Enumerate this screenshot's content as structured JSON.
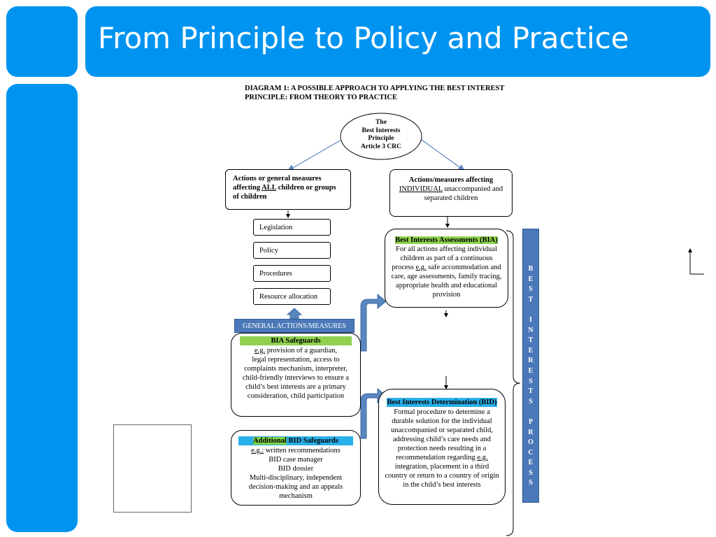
{
  "slide": {
    "title": "From Principle to Policy and Practice",
    "accent_color": "#0094f0"
  },
  "diagram": {
    "caption_line1": "DIAGRAM 1: A POSSIBLE APPROACH TO APPLYING THE BEST INTEREST",
    "caption_line2": "PRINCIPLE: FROM THEORY TO PRACTICE",
    "ellipse": {
      "line1": "The",
      "line2": "Best Interests",
      "line3": "Principle",
      "line4": "Article 3 CRC"
    },
    "left_top": {
      "part1": "Actions or general measures affecting ",
      "emph": "ALL",
      "part2": " children or groups of children"
    },
    "right_top": {
      "line1": "Actions/measures affecting",
      "emph": "INDIVIDUAL",
      "part2": " unaccompanied and separated children"
    },
    "measures": [
      "Legislation",
      "Policy",
      "Procedures",
      "Resource allocation"
    ],
    "general_actions_label": "GENERAL ACTIONS/MEASURES",
    "bia_safeguards": {
      "heading": "BIA Safeguards",
      "eg": "e.g.",
      "eg_rest": " provision of a guardian,",
      "body": "legal representation, access to complaints mechanism, interpreter, child-friendly interviews to ensure a child’s best interests are a primary consideration, child participation"
    },
    "bid_safeguards": {
      "heading_part1": "Additional",
      "heading_part2": " BID Safeguards",
      "eg": "e.g.:",
      "eg_rest": " written recommendations",
      "lines": [
        "BID case manager",
        "BID dossier",
        "Multi-disciplinary, independent decision-making and an appeals mechanism"
      ]
    },
    "bia": {
      "heading": "Best Interests Assessments (BIA)",
      "text1": "For all actions affecting individual children as part of a continuous process ",
      "eg": "e.g.",
      "text2": " safe accommodation and care, age assessments, family tracing, appropriate health and educational provision"
    },
    "bid": {
      "heading": "Best Interests Determination (BID)",
      "text1": "Formal procedure to determine a durable solution for the individual unaccompanied or separated child, addressing child’s care needs and protection needs resulting in a recommendation regarding ",
      "eg": "e.g.",
      "text2": " integration, placement in a third country or return to a country of origin in the child’s best interests"
    },
    "process_bar": {
      "letters": [
        "B",
        "E",
        "S",
        "T",
        "",
        "I",
        "N",
        "T",
        "E",
        "R",
        "E",
        "S",
        "T",
        "S",
        "",
        "P",
        "R",
        "O",
        "C",
        "E",
        "S",
        "S"
      ],
      "color": "#4b78b8"
    }
  }
}
